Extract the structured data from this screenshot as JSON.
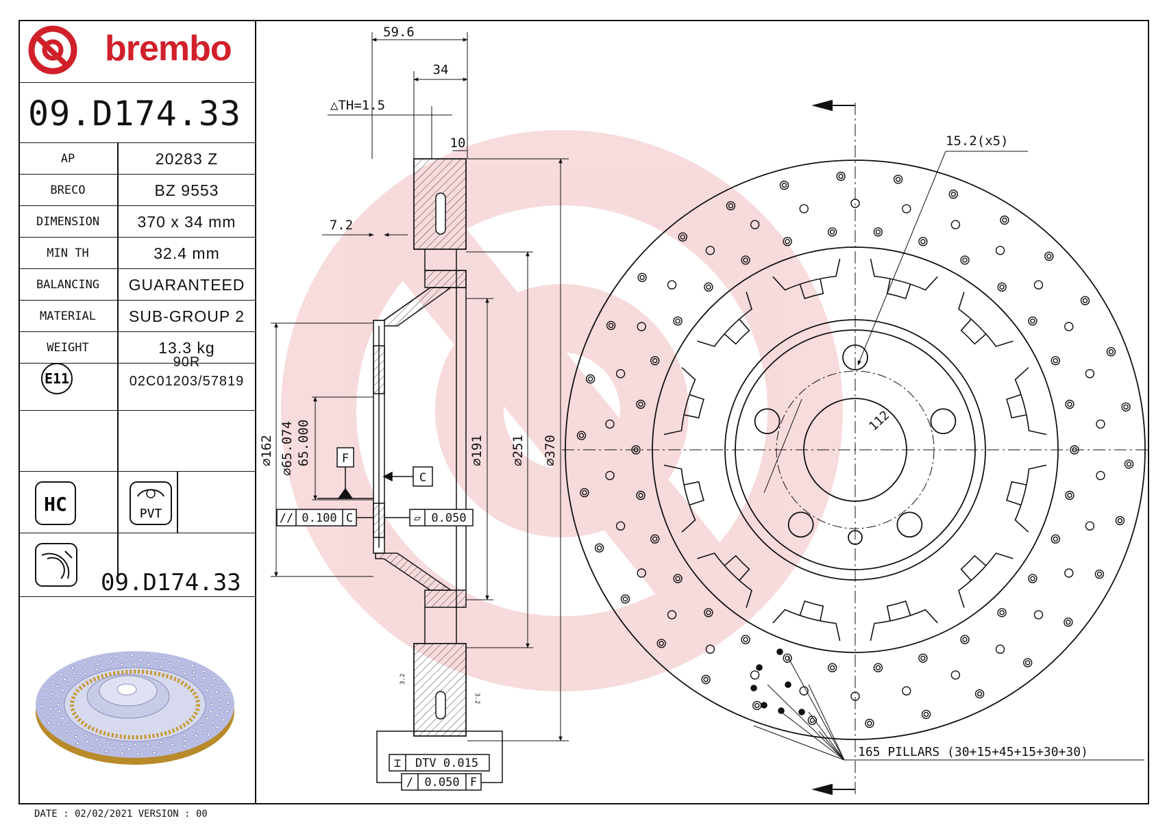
{
  "brand": {
    "name": "brembo",
    "color": "#d0202a"
  },
  "part_number": "09.D174.33",
  "specs": [
    {
      "label": "AP",
      "value": "20283 Z"
    },
    {
      "label": "BRECO",
      "value": "BZ 9553"
    },
    {
      "label": "DIMENSION",
      "value": "370 x 34 mm"
    },
    {
      "label": "MIN TH",
      "value": "32.4 mm"
    },
    {
      "label": "BALANCING",
      "value": "GUARANTEED"
    },
    {
      "label": "MATERIAL",
      "value": "SUB-GROUP 2"
    },
    {
      "label": "WEIGHT",
      "value": "13.3 kg"
    }
  ],
  "homologation": {
    "mark": "E11",
    "line1": "90R",
    "line2": "02C01203/57819"
  },
  "badges": {
    "hc": "HC",
    "pvt": "PVT"
  },
  "footer": "DATE : 02/02/2021 VERSION : 00",
  "drawing": {
    "dim_total_width": "59.6",
    "dim_thickness": "34",
    "dim_th": "△TH=1.5",
    "dim_10": "10",
    "dim_72": "7.2",
    "dia_162": "⌀162",
    "dia_65": "⌀65.074",
    "dia_65b": "65.000",
    "dia_191": "⌀191",
    "dia_251": "⌀251",
    "dia_370": "⌀370",
    "datum_f": "F",
    "datum_c": "C",
    "tol_parallel": "0.100",
    "tol_parallel_ref": "C",
    "tol_flat": "0.050",
    "dtv": "DTV 0.015",
    "runout": "0.050",
    "runout_ref": "F",
    "hole_spec": "15.2(x5)",
    "pcd": "112",
    "pillars": "165 PILLARS  (30+15+45+15+30+30)",
    "rough_left": "3.2",
    "rough_right": "3.2"
  }
}
